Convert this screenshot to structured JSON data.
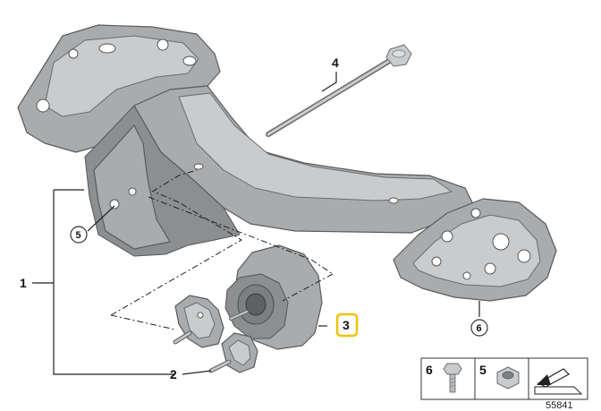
{
  "callouts": {
    "c1": "1",
    "c2": "2",
    "c3": "3",
    "c4": "4",
    "c5": "5",
    "c6": "6"
  },
  "legend": {
    "item_6": "6",
    "item_5": "5"
  },
  "diagram_number": "55841",
  "colors": {
    "highlight": "#f2c200",
    "metal": "#a9abad"
  }
}
